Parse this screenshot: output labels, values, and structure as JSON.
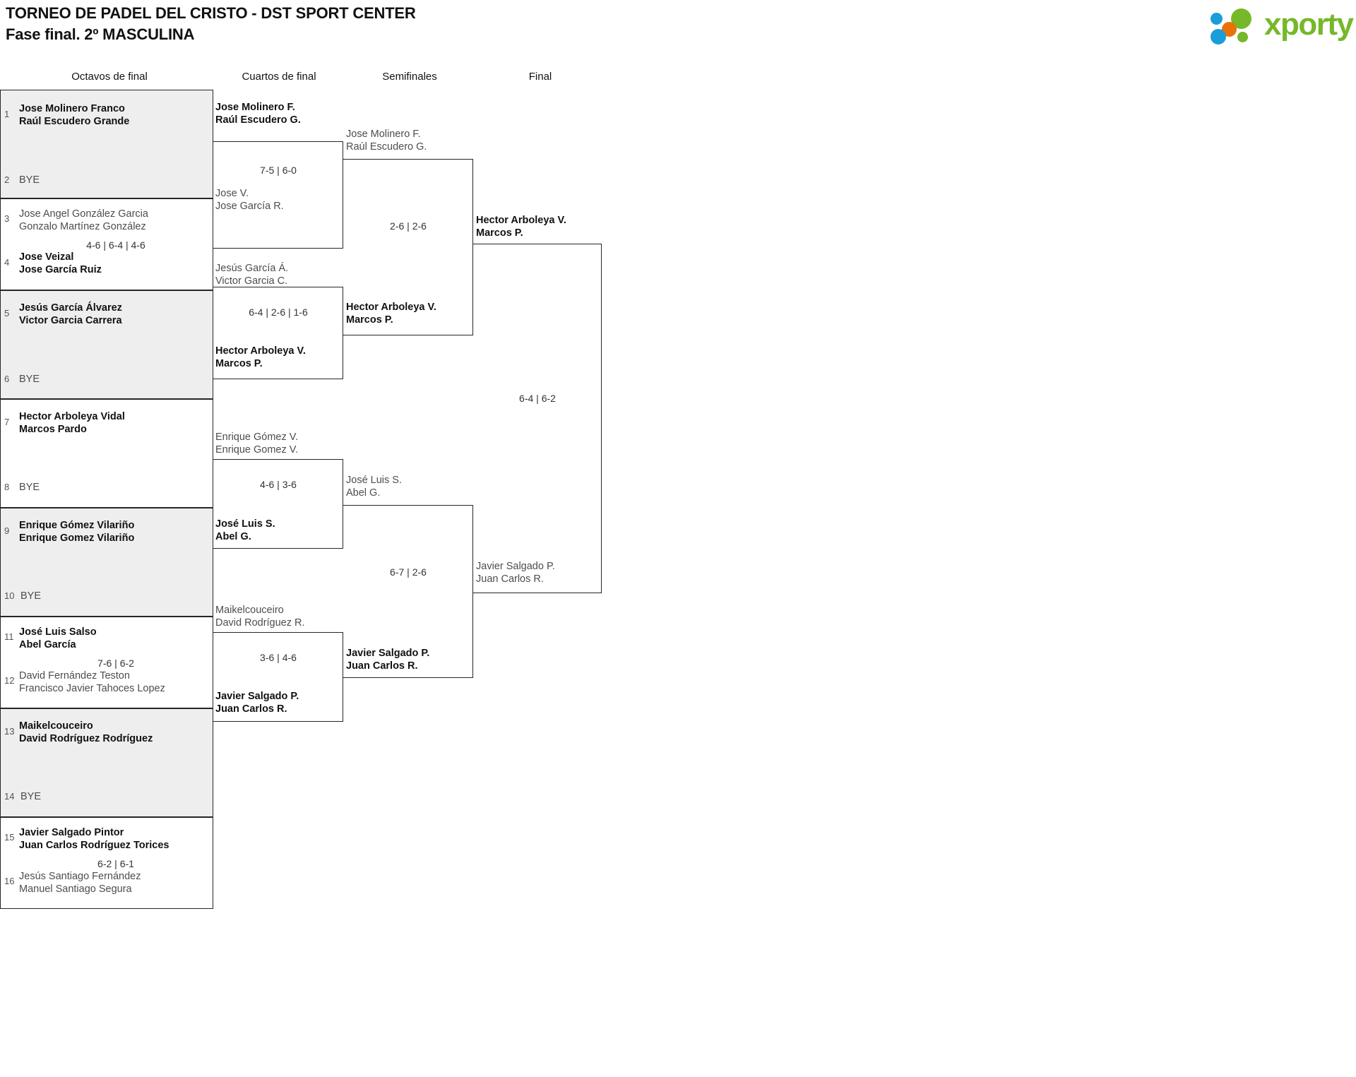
{
  "header": {
    "title_line1": "TORNEO DE PADEL DEL CRISTO - DST SPORT CENTER",
    "title_line2": "Fase final. 2º MASCULINA",
    "logo_word": "xporty",
    "logo_colors": {
      "green": "#76b82a",
      "blue": "#1a9dd9",
      "orange": "#e8710a"
    }
  },
  "rounds": [
    {
      "label": "Octavos de final"
    },
    {
      "label": "Cuartos de final"
    },
    {
      "label": "Semifinales"
    },
    {
      "label": "Final"
    }
  ],
  "round1": {
    "seeds": [
      {
        "num": "1",
        "line1": "Jose Molinero Franco",
        "line2": "Raúl Escudero Grande",
        "winner": true,
        "bye": false
      },
      {
        "num": "2",
        "line1": "BYE",
        "line2": "",
        "winner": false,
        "bye": true
      },
      {
        "num": "3",
        "line1": "Jose Angel González Garcia",
        "line2": "Gonzalo Martínez González",
        "winner": false,
        "bye": false
      },
      {
        "num": "4",
        "line1": "Jose Veizal",
        "line2": "Jose García Ruiz",
        "winner": true,
        "bye": false
      },
      {
        "num": "5",
        "line1": "Jesús García Álvarez",
        "line2": "Victor Garcia Carrera",
        "winner": true,
        "bye": false
      },
      {
        "num": "6",
        "line1": "BYE",
        "line2": "",
        "winner": false,
        "bye": true
      },
      {
        "num": "7",
        "line1": "Hector Arboleya Vidal",
        "line2": "Marcos Pardo",
        "winner": true,
        "bye": false
      },
      {
        "num": "8",
        "line1": "BYE",
        "line2": "",
        "winner": false,
        "bye": true
      },
      {
        "num": "9",
        "line1": "Enrique Gómez Vilariño",
        "line2": "Enrique Gomez Vilariño",
        "winner": true,
        "bye": false
      },
      {
        "num": "10",
        "line1": "BYE",
        "line2": "",
        "winner": false,
        "bye": true
      },
      {
        "num": "11",
        "line1": "José Luis Salso",
        "line2": "Abel García",
        "winner": true,
        "bye": false
      },
      {
        "num": "12",
        "line1": "David Fernández Teston",
        "line2": "Francisco Javier Tahoces Lopez",
        "winner": false,
        "bye": false
      },
      {
        "num": "13",
        "line1": "Maikelcouceiro",
        "line2": "David Rodríguez Rodríguez",
        "winner": true,
        "bye": false
      },
      {
        "num": "14",
        "line1": "BYE",
        "line2": "",
        "winner": false,
        "bye": true
      },
      {
        "num": "15",
        "line1": "Javier Salgado Pintor",
        "line2": "Juan Carlos Rodríguez Torices",
        "winner": true,
        "bye": false
      },
      {
        "num": "16",
        "line1": "Jesús Santiago Fernández",
        "line2": "Manuel Santiago Segura",
        "winner": false,
        "bye": false
      }
    ],
    "scores": [
      {
        "pair": "1-2",
        "value": ""
      },
      {
        "pair": "3-4",
        "value": "4-6 | 6-4 | 4-6"
      },
      {
        "pair": "5-6",
        "value": ""
      },
      {
        "pair": "7-8",
        "value": ""
      },
      {
        "pair": "9-10",
        "value": ""
      },
      {
        "pair": "11-12",
        "value": "7-6 | 6-2"
      },
      {
        "pair": "13-14",
        "value": ""
      },
      {
        "pair": "15-16",
        "value": "6-2 | 6-1"
      }
    ]
  },
  "round2": {
    "entries": [
      {
        "line1": "Jose Molinero F.",
        "line2": "Raúl Escudero G.",
        "winner": true
      },
      {
        "line1": "Jose V.",
        "line2": "Jose García R.",
        "winner": false
      },
      {
        "line1": "Jesús García Á.",
        "line2": "Victor Garcia C.",
        "winner": false
      },
      {
        "line1": "Hector Arboleya V.",
        "line2": "Marcos P.",
        "winner": true
      },
      {
        "line1": "Enrique Gómez V.",
        "line2": "Enrique Gomez V.",
        "winner": false
      },
      {
        "line1": "José Luis S.",
        "line2": "Abel G.",
        "winner": true
      },
      {
        "line1": "Maikelcouceiro",
        "line2": "David Rodríguez R.",
        "winner": false
      },
      {
        "line1": "Javier Salgado P.",
        "line2": "Juan Carlos R.",
        "winner": true
      }
    ],
    "scores": [
      {
        "match": "qf1",
        "value": "7-5 | 6-0"
      },
      {
        "match": "qf2",
        "value": "6-4 | 2-6 | 1-6"
      },
      {
        "match": "qf3",
        "value": "4-6 | 3-6"
      },
      {
        "match": "qf4",
        "value": "3-6 | 4-6"
      }
    ]
  },
  "round3": {
    "entries": [
      {
        "line1": "Jose Molinero F.",
        "line2": "Raúl Escudero G.",
        "winner": false
      },
      {
        "line1": "Hector Arboleya V.",
        "line2": "Marcos P.",
        "winner": true
      },
      {
        "line1": "José Luis S.",
        "line2": "Abel G.",
        "winner": false
      },
      {
        "line1": "Javier Salgado P.",
        "line2": "Juan Carlos R.",
        "winner": true
      }
    ],
    "scores": [
      {
        "match": "sf1",
        "value": "2-6 | 2-6"
      },
      {
        "match": "sf2",
        "value": "6-7 | 2-6"
      }
    ]
  },
  "round4": {
    "entries": [
      {
        "line1": "Hector Arboleya V.",
        "line2": "Marcos P.",
        "winner": true
      },
      {
        "line1": "Javier Salgado P.",
        "line2": "Juan Carlos R.",
        "winner": false
      }
    ],
    "scores": [
      {
        "match": "final",
        "value": "6-4 | 6-2"
      }
    ]
  }
}
